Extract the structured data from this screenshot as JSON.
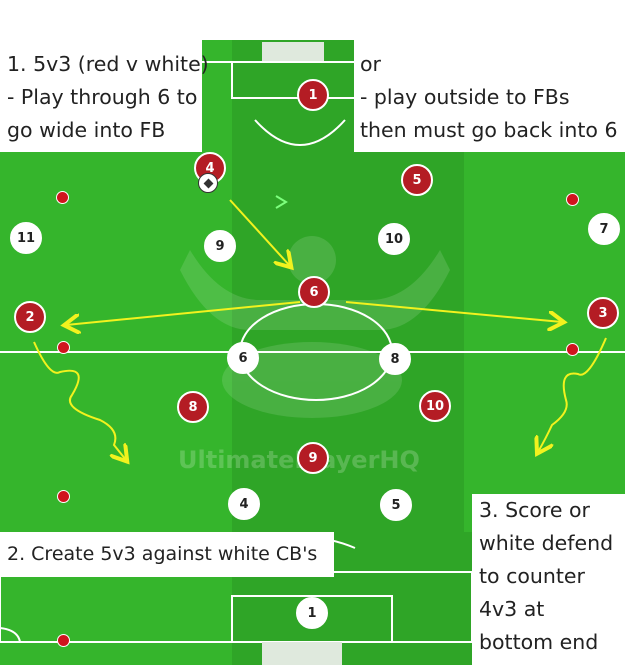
{
  "notes": {
    "top_left": "1. 5v3 (red v white)\n- Play through 6 to\ngo wide into FB",
    "top_right": "or\n- play outside to FBs\nthen must go back into 6",
    "bottom_left": "2. Create 5v3 against white CB's",
    "bottom_right": "3. Score or\nwhite defend\nto counter\n4v3 at\nbottom end"
  },
  "watermark": "UltimatePlayerHQ",
  "players": {
    "red_gk": "1",
    "red_4": "4",
    "red_5": "5",
    "red_6": "6",
    "red_2": "2",
    "red_3": "3",
    "red_8": "8",
    "red_10": "10",
    "red_9": "9",
    "white_11": "11",
    "white_9": "9",
    "white_10": "10",
    "white_7": "7",
    "white_6": "6",
    "white_8": "8",
    "white_4": "4",
    "white_5": "5",
    "white_gk": "1"
  },
  "colors": {
    "pitch_light": "#35b52c",
    "pitch_dark": "#2fa527",
    "red_team": "#b41c24",
    "white_team": "#ffffff",
    "arrow": "#f2f21e",
    "chevron": "#7dff7d"
  }
}
